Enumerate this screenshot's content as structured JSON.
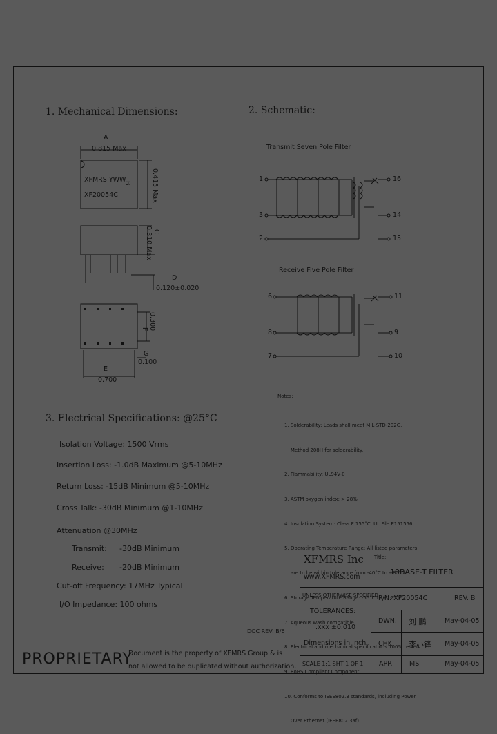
{
  "sections": {
    "mechanical": "1. Mechanical Dimensions:",
    "schematic": "2. Schematic:",
    "electrical": "3. Electrical Specifications: @25°C"
  },
  "mechanical": {
    "dim_a_label": "A",
    "dim_a_value": "0.815 Max",
    "marking_line1": "XFMRS YWW",
    "marking_line2": "XF20054C",
    "dim_b_label": "B",
    "dim_b_value": "0.415 Max",
    "dim_c_label": "C",
    "dim_c_value": "0.310 Max",
    "dim_d_label": "D",
    "dim_d_value": "0.120±0.020",
    "dim_f_label": "F",
    "dim_f_value": "0.300",
    "dim_g_label": "G",
    "dim_g_value": "0.100",
    "dim_e_label": "E",
    "dim_e_value": "0.700"
  },
  "schematic": {
    "transmit_title": "Transmit Seven Pole Filter",
    "receive_title": "Receive Five Pole Filter",
    "tx_pins": {
      "p1": "1",
      "p3": "3",
      "p2": "2",
      "p16": "16",
      "p14": "14",
      "p15": "15"
    },
    "rx_pins": {
      "p6": "6",
      "p8": "8",
      "p7": "7",
      "p11": "11",
      "p9": "9",
      "p10": "10"
    }
  },
  "notes": {
    "title": "Notes:",
    "items": [
      "1. Solderability: Leads shall meet MIL-STD-202G,",
      "    Method 208H for solderability.",
      "2. Flammability: UL94V-0",
      "3. ASTM oxygen index: > 28%",
      "4. Insulation System: Class F 155°C, UL File E151556",
      "5. Operating Temperature Range: All listed parameters",
      "    are to be within tolerance from -40°C to +85°C",
      "6. Storage Temperature Range: -55°C to +125°C",
      "7. Aqueous wash compatible",
      "8. Electrical and mechanical specifications 100% tested",
      "9. RoHS Compliant Component",
      "10. Conforms to IEEE802.3 standards, including Power",
      "    Over Ethernet (IEEE802.3af)"
    ]
  },
  "electrical": {
    "isolation": "Isolation Voltage: 1500 Vrms",
    "insertion": "Insertion Loss: -1.0dB Maximum @5-10MHz",
    "return": "Return Loss: -15dB Minimum @5-10MHz",
    "crosstalk": "Cross Talk: -30dB Minimum @1-10MHz",
    "attenuation": "Attenuation @30MHz",
    "transmit_label": "Transmit:",
    "transmit_value": "-30dB Minimum",
    "receive_label": "Receive:",
    "receive_value": "-20dB Minimum",
    "cutoff": "Cut-off Frequency: 17MHz Typical",
    "impedance": "I/O Impedance: 100 ohms"
  },
  "title_block": {
    "company": "XFMRS Inc",
    "website": "www.XFMRS.com",
    "title_label": "Title:",
    "title_value": "10BASE-T FILTER",
    "tolerance_line1": "UNLESS OTHERWISE SPECIFIED",
    "tolerance_line2": "TOLERANCES:",
    "tolerance_line3": ".xxx ±0.010",
    "tolerance_line4": "Dimensions in Inch",
    "pn": "P/N: XF20054C",
    "rev": "REV. B",
    "dwn_label": "DWN.",
    "dwn_name": "刘 鹏",
    "dwn_date": "May-04-05",
    "chk_label": "CHK.",
    "chk_name": "李小锋",
    "chk_date": "May-04-05",
    "app_label": "APP.",
    "app_name": "MS",
    "app_date": "May-04-05",
    "scale": "SCALE 1:1 SHT 1 OF 1",
    "doc_rev": "DOC REV: B/6",
    "proprietary": "PROPRIETARY",
    "disclaimer_line1": "Document is the property of XFMRS Group & is",
    "disclaimer_line2": "not allowed to be duplicated without authorization."
  }
}
